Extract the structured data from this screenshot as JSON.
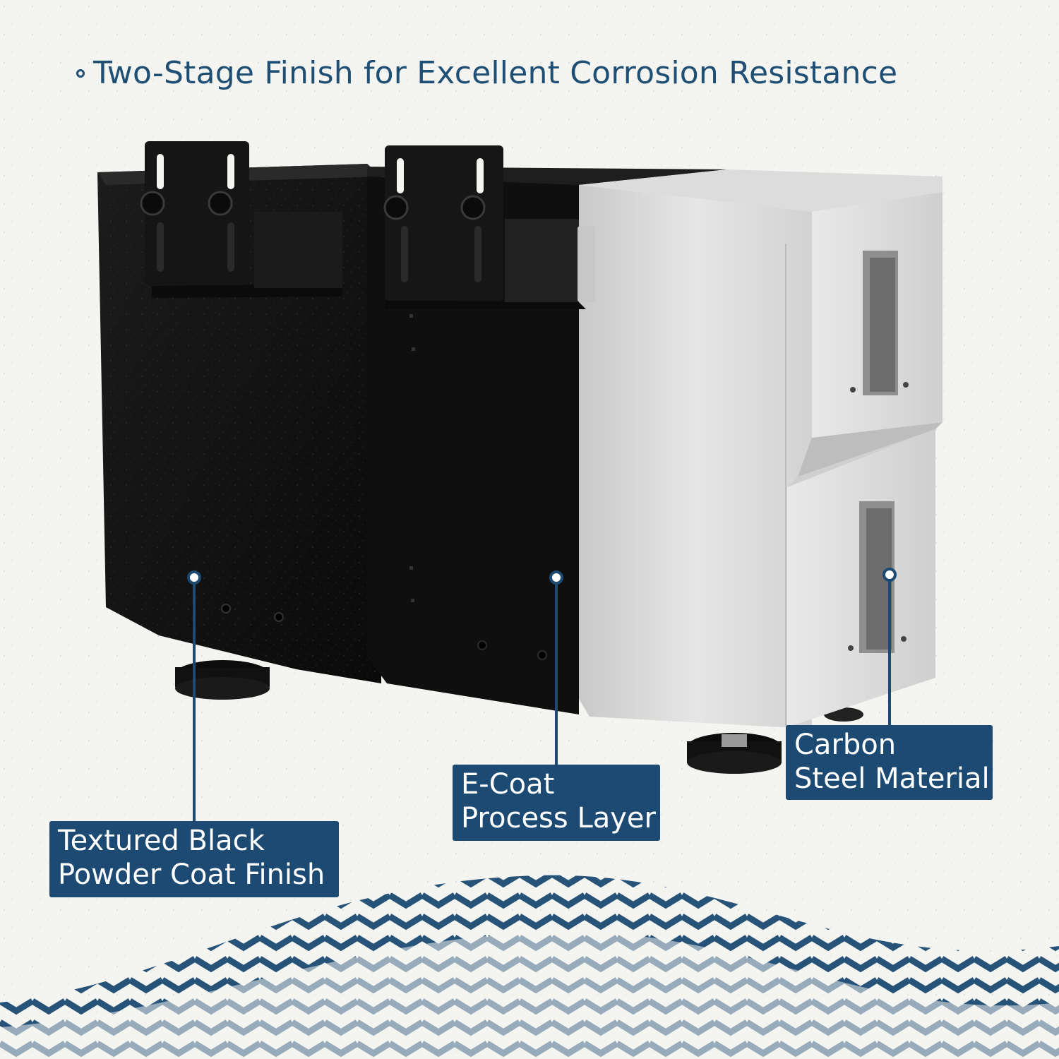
{
  "headline": {
    "text": "Two-Stage Finish for Excellent Corrosion Resistance"
  },
  "callouts": {
    "powder_coat": {
      "line1": "Textured Black",
      "line2": "Powder Coat Finish"
    },
    "ecoat": {
      "line1": "E-Coat",
      "line2": "Process Layer"
    },
    "steel": {
      "line1": "Carbon",
      "line2": "Steel Material"
    }
  },
  "colors": {
    "accent": "#1c4a72",
    "background": "#f4f4f1",
    "powder_black": "#111111",
    "ecoat_black": "#0d0d0d",
    "steel_silver": "#d6d6d6"
  },
  "icons": {
    "bullet": "ring-bullet-icon",
    "marker": "pointer-dot-icon"
  }
}
